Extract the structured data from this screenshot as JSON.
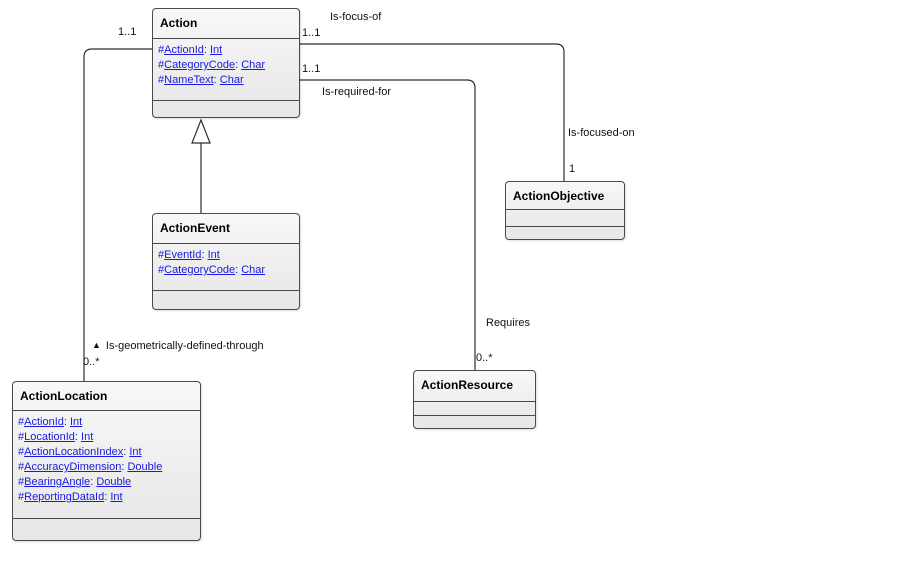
{
  "diagram": {
    "background_color": "#ffffff",
    "link_color": "#1a1ae0",
    "border_color": "#4a4a4a",
    "line_color": "#2d2d2d",
    "classes": {
      "action": {
        "name": "Action",
        "attributes": [
          {
            "prefix": "#",
            "name": "ActionId",
            "sep": ": ",
            "type": "Int"
          },
          {
            "prefix": "#",
            "name": "CategoryCode",
            "sep": ": ",
            "type": "Char"
          },
          {
            "prefix": "#",
            "name": "NameText",
            "sep": ": ",
            "type": "Char"
          }
        ]
      },
      "action_event": {
        "name": "ActionEvent",
        "attributes": [
          {
            "prefix": "#",
            "name": "EventId",
            "sep": ": ",
            "type": "Int"
          },
          {
            "prefix": "#",
            "name": "CategoryCode",
            "sep": ": ",
            "type": "Char"
          }
        ]
      },
      "action_objective": {
        "name": "ActionObjective",
        "attributes": []
      },
      "action_resource": {
        "name": "ActionResource",
        "attributes": []
      },
      "action_location": {
        "name": "ActionLocation",
        "attributes": [
          {
            "prefix": "#",
            "name": "ActionId",
            "sep": ": ",
            "type": "Int"
          },
          {
            "prefix": "#",
            "name": "LocationId",
            "sep": ": ",
            "type": "Int"
          },
          {
            "prefix": "#",
            "name": "ActionLocationIndex",
            "sep": ": ",
            "type": "Int"
          },
          {
            "prefix": "#",
            "name": "AccuracyDimension",
            "sep": ": ",
            "type": "Double"
          },
          {
            "prefix": "#",
            "name": "BearingAngle",
            "sep": ": ",
            "type": "Double"
          },
          {
            "prefix": "#",
            "name": "ReportingDataId",
            "sep": ": ",
            "type": "Int"
          }
        ]
      }
    },
    "relationships": {
      "focus": {
        "name_label": "Is-focus-of",
        "source_multiplicity": "1..1",
        "target_label": "Is-focused-on",
        "target_multiplicity": "1"
      },
      "required": {
        "name_label": "Is-required-for",
        "source_multiplicity": "1..1",
        "target_label": "Requires",
        "target_multiplicity": "0..*"
      },
      "location": {
        "name_label": "Is-geometrically-defined-through",
        "direction_marker": "▲",
        "source_multiplicity": "1..1",
        "target_multiplicity": "0..*"
      }
    }
  }
}
